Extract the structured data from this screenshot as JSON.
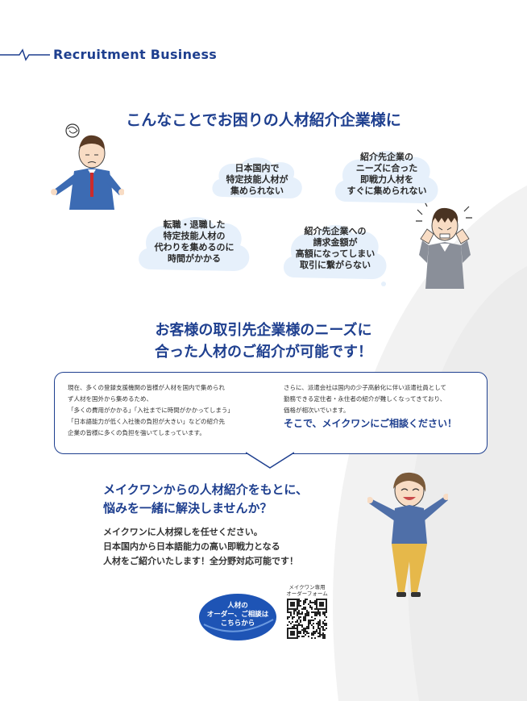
{
  "header": {
    "title": "Recruitment Business"
  },
  "heading1": "こんなことでお困りの人材紹介企業様に",
  "clouds": [
    {
      "lines": [
        "日本国内で",
        "特定技能人材が",
        "集められない"
      ]
    },
    {
      "lines": [
        "紹介先企業の",
        "ニーズに合った",
        "即戦力人材を",
        "すぐに集められない"
      ]
    },
    {
      "lines": [
        "転職・退職した",
        "特定技能人材の",
        "代わりを集めるのに",
        "時間がかかる"
      ]
    },
    {
      "lines": [
        "紹介先企業への",
        "請求金額が",
        "高額になってしまい",
        "取引に繋がらない"
      ]
    }
  ],
  "heading2": [
    "お客様の取引先企業様のニーズに",
    "合った人材のご紹介が可能です！"
  ],
  "infobox": {
    "left_lines": [
      "現在、多くの登録支援機関の皆様が人材を国内で集められ",
      "ず人材を国外から集めるため、",
      "「多くの費用がかかる」「入社までに時間がかかってしまう」",
      "「日本語能力が低く入社後の負担が大きい」などの紹介先",
      "企業の皆様に多くの負担を強いてしまっています。"
    ],
    "right_lines": [
      "さらに、派遣会社は国内の少子高齢化に伴い派遣社員として",
      "勤務できる定住者・永住者の紹介が難しくなってきており、",
      "価格が相次いでいます。"
    ],
    "cta": "そこで、メイクワンにご相談ください！"
  },
  "heading3": [
    "メイクワンからの人材紹介をもとに、",
    "悩みを一緒に解決しませんか？"
  ],
  "body_lines": [
    "メイクワンに人材探しを任せください。",
    "日本国内から日本語能力の高い即戦力となる",
    "人材をご紹介いたします！全分野対応可能です！"
  ],
  "badge": [
    "人材の",
    "オーダー、ご相談は",
    "こちらから"
  ],
  "qr_label": [
    "メイクワン専用",
    "オーダーフォーム"
  ],
  "colors": {
    "brand": "#1e3f8f",
    "cloud": "#e6f0fb",
    "swoosh": "#f1f1f1"
  }
}
